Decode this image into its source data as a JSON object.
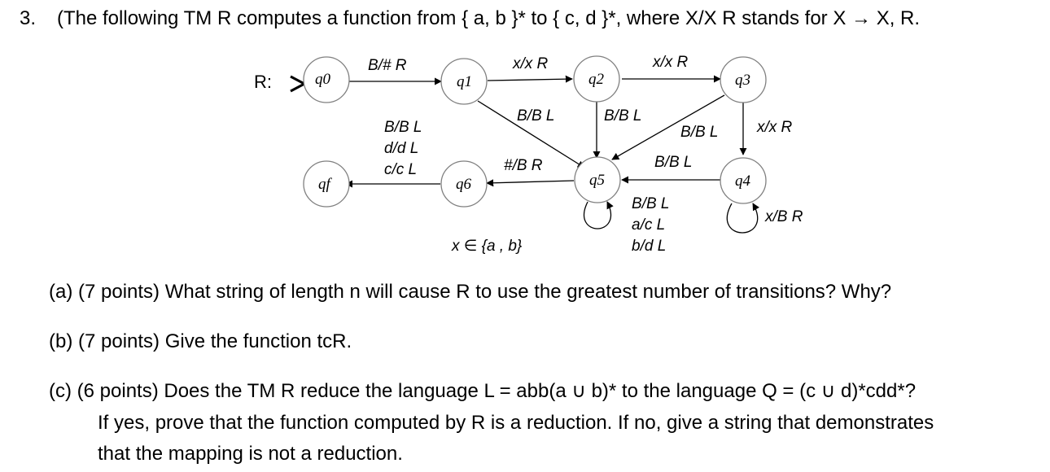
{
  "question": {
    "number": "3.",
    "intro": "(The following TM R computes a function from { a, b }* to { c, d }*, where X/X R stands for X → X, R."
  },
  "diagram": {
    "machine_label": "R:",
    "states": {
      "q0": "q0",
      "q1": "q1",
      "q2": "q2",
      "q3": "q3",
      "q4": "q4",
      "q5": "q5",
      "q6": "q6",
      "qf": "qf"
    },
    "transitions": {
      "q0_q1": "B/# R",
      "q1_q2": "x/x R",
      "q2_q3": "x/x R",
      "q1_q5": "B/B L",
      "q2_q5": "B/B L",
      "q3_q5": "B/B L",
      "q3_q4": "x/x R",
      "q4_q5": "B/B L",
      "q4_loop": "x/B R",
      "q5_loop_1": "B/B L",
      "q5_loop_2": "a/c L",
      "q5_loop_3": "b/d L",
      "q5_q6": "#/B R",
      "q6_qf_1": "B/B L",
      "q6_qf_2": "d/d L",
      "q6_qf_3": "c/c L"
    },
    "x_note": "x ∈ {a , b}"
  },
  "parts": {
    "a": "(a) (7 points) What string of length n will cause R to use the greatest number of transitions? Why?",
    "b": "(b) (7 points) Give the function tcR.",
    "c_1": "(c)  (6 points) Does the TM R reduce the language L = abb(a ∪ b)* to the language Q = (c ∪ d)*cdd*?",
    "c_2": "If yes, prove that the function computed by R is a reduction. If no, give a string that demonstrates",
    "c_3": "that the mapping is not a reduction."
  }
}
